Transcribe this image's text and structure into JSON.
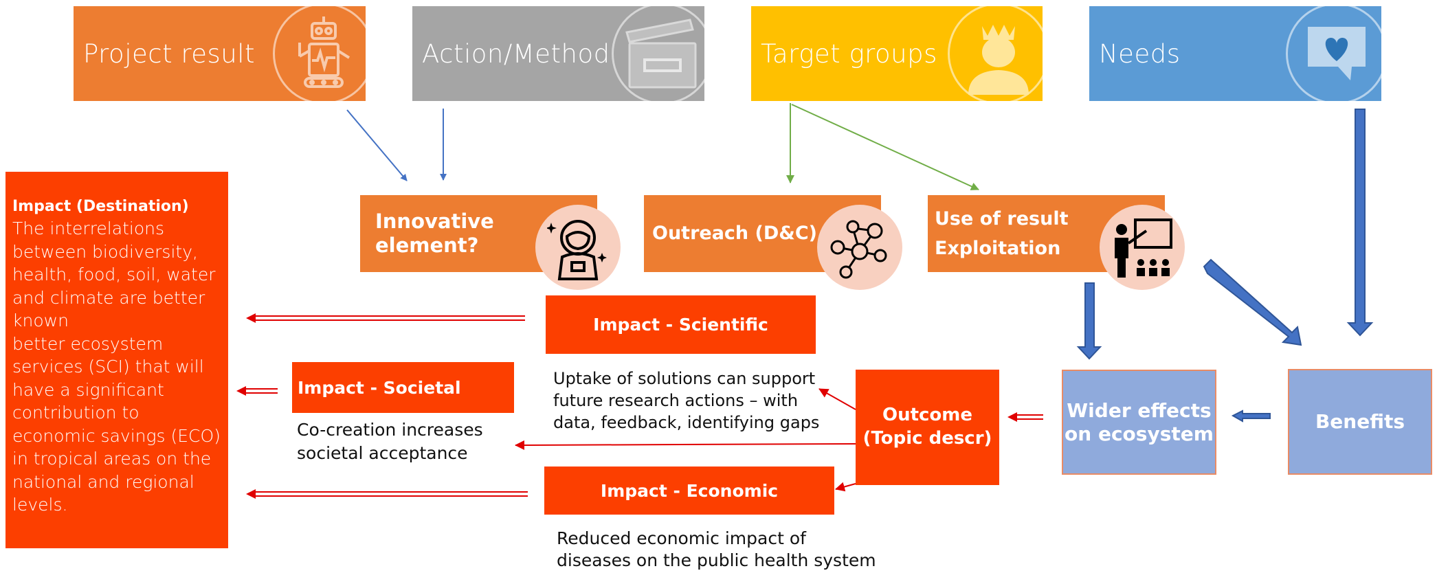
{
  "top": {
    "project_result": "Project result",
    "action_method": "Action/Method",
    "target_groups": "Target groups",
    "needs": "Needs"
  },
  "middle": {
    "innovative": "Innovative\nelement?",
    "outreach": "Outreach (D&C)",
    "use_of_result": "Use of result\nExploitation"
  },
  "impact_destination": {
    "title": "Impact (Destination)",
    "body": "The interrelations between biodiversity, health, food, soil, water and climate are better known\nbetter ecosystem services (SCI) that will have a significant contribution to economic savings (ECO) in tropical areas on the national and regional levels."
  },
  "impacts": {
    "scientific": "Impact - Scientific",
    "societal": "Impact - Societal",
    "economic": "Impact - Economic"
  },
  "notes": {
    "scientific": "Uptake of solutions can support\nfuture research actions – with\ndata, feedback, identifying gaps",
    "societal": "Co-creation increases\nsocietal acceptance",
    "economic": "Reduced economic impact of\ndiseases on the public health system"
  },
  "outcome": "Outcome\n(Topic descr)",
  "wider_effects": "Wider effects\non ecosystem",
  "benefits": "Benefits",
  "colors": {
    "orange": "#ED7D31",
    "grey": "#A5A5A5",
    "yellow": "#FFC000",
    "blue": "#5B9BD5",
    "red": "#FC3F00",
    "light_blue": "#8FAADC"
  },
  "icons": [
    "robot-icon",
    "clapperboard-icon",
    "queen-icon",
    "heart-message-icon",
    "astronaut-icon",
    "network-icon",
    "teacher-icon"
  ]
}
